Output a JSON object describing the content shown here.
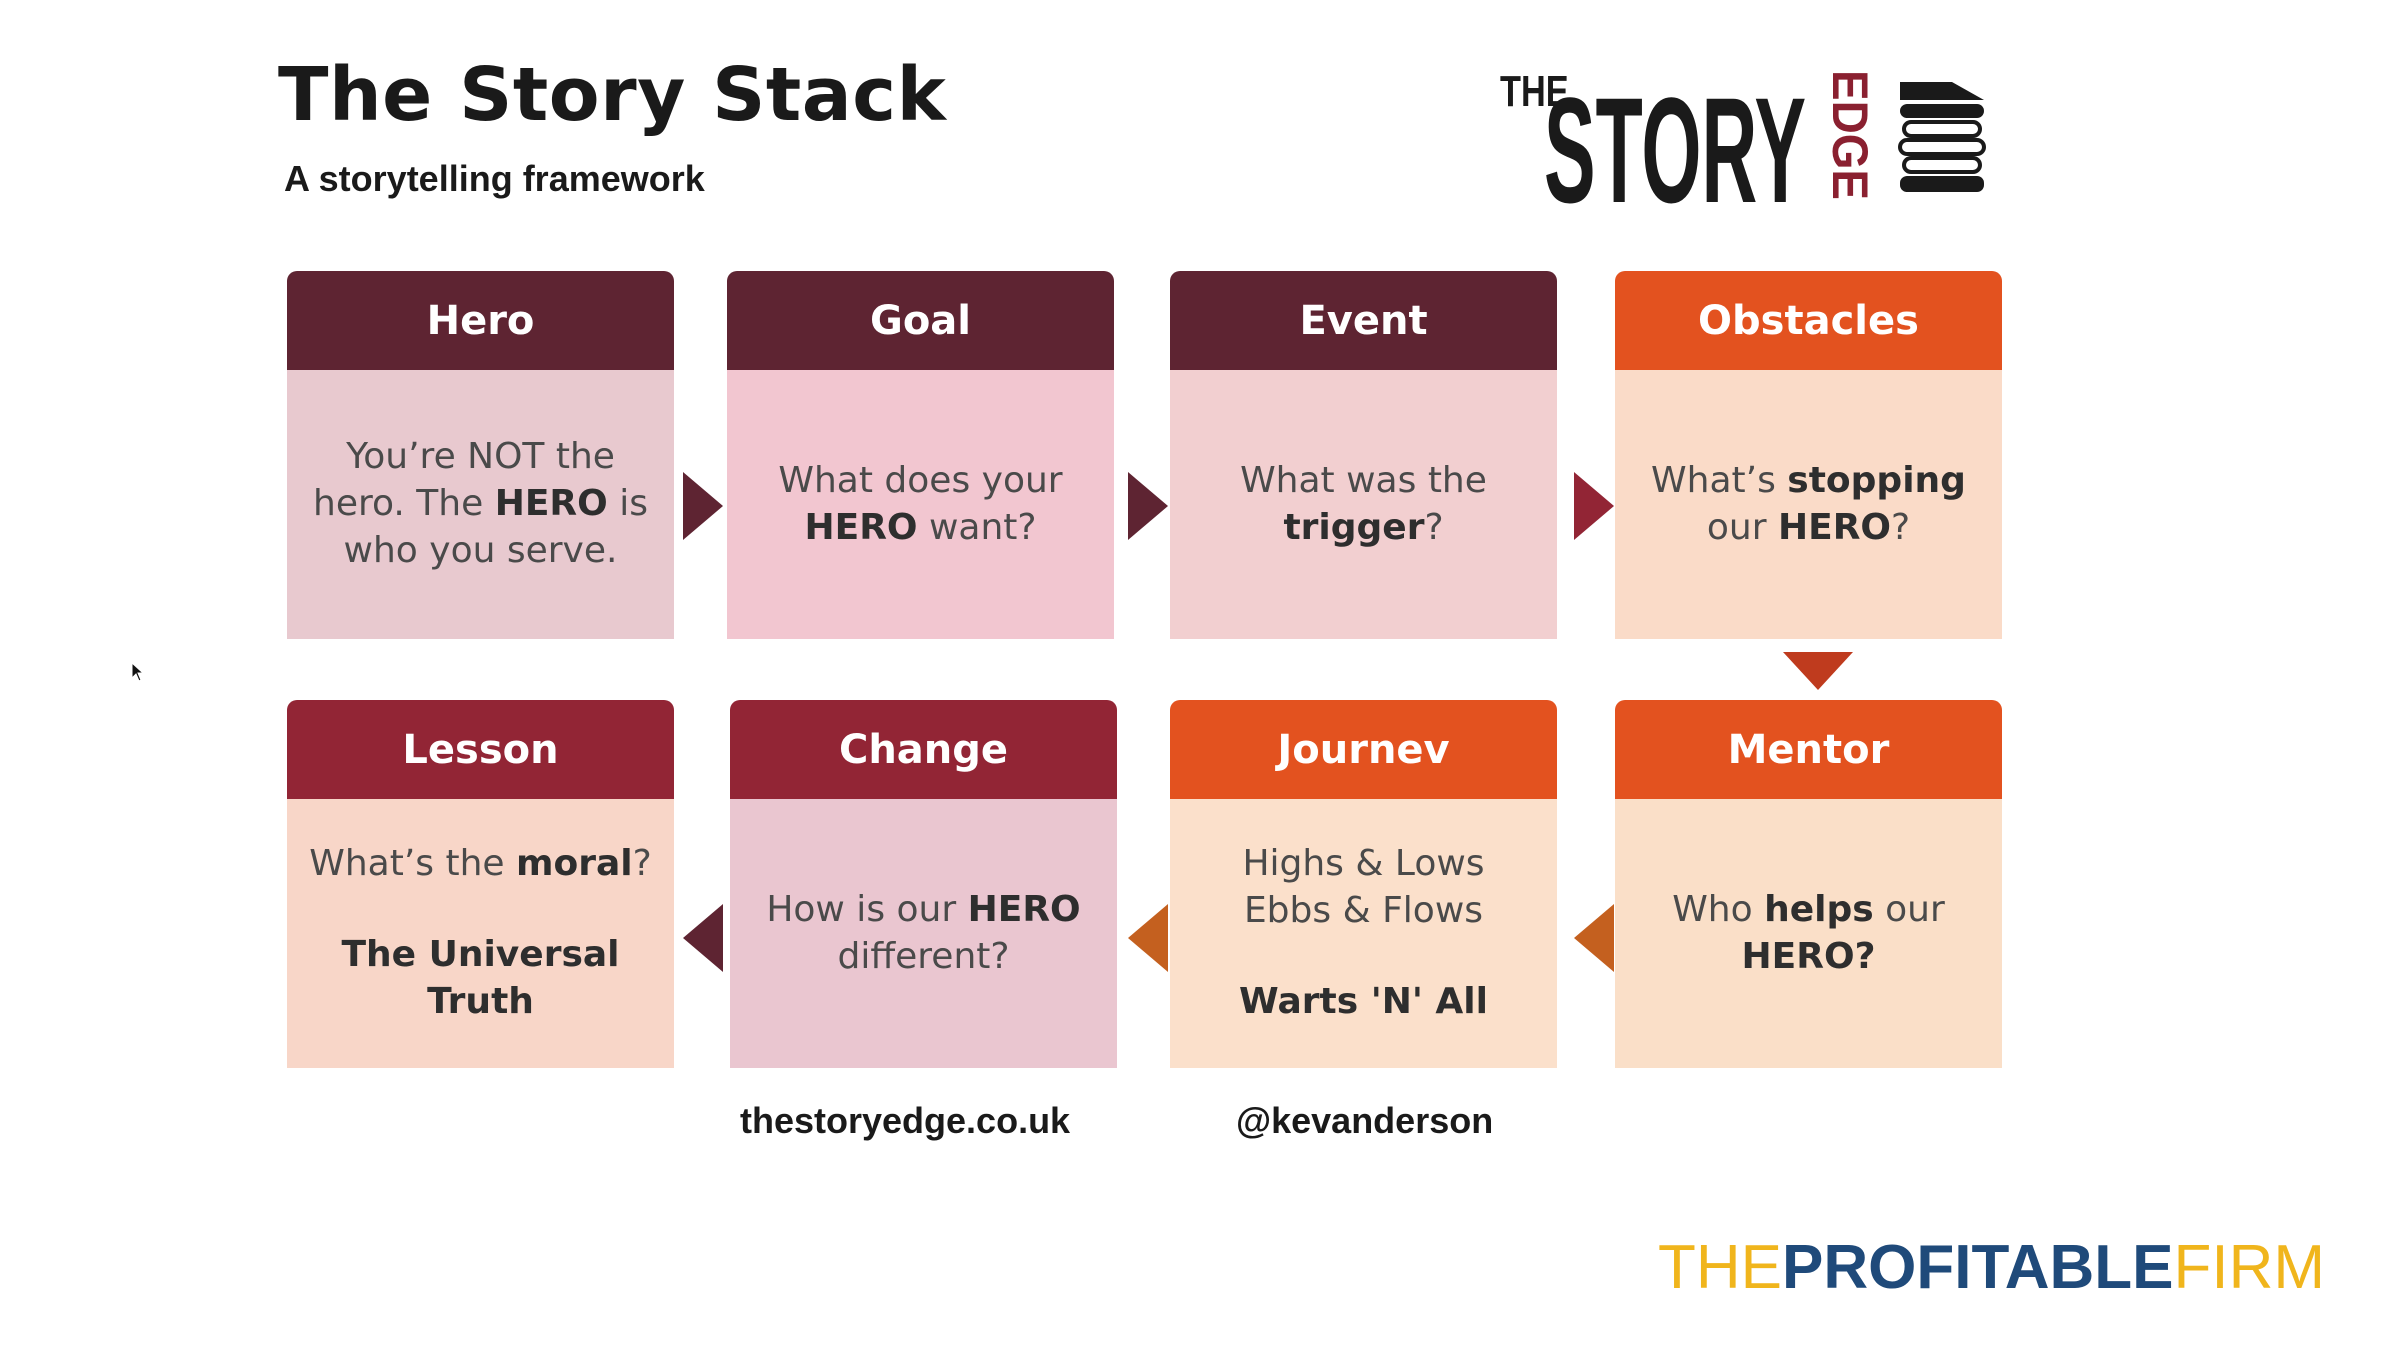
{
  "header": {
    "title": "The Story Stack",
    "subtitle": "A storytelling framework"
  },
  "logo": {
    "the": "THE",
    "story": "STORY",
    "edge": "EDGE"
  },
  "cards": [
    {
      "id": "hero",
      "title": "Hero",
      "color": "#5e2432",
      "body_bg": "#e8c9cf",
      "lines": [
        [
          "You’re NOT the"
        ],
        [
          "hero. The ",
          "b:HERO",
          " is"
        ],
        [
          "who you serve."
        ]
      ]
    },
    {
      "id": "goal",
      "title": "Goal",
      "color": "#5e2432",
      "body_bg": "#f2c6d0",
      "lines": [
        [
          "What does your"
        ],
        [
          "b:HERO",
          " want?"
        ]
      ]
    },
    {
      "id": "event",
      "title": "Event",
      "color": "#5e2432",
      "body_bg": "#f2cfd0",
      "lines": [
        [
          "What was the"
        ],
        [
          "b:trigger",
          "?"
        ]
      ]
    },
    {
      "id": "obstacles",
      "title": "Obstacles",
      "color": "#e3521f",
      "body_bg": "#fadbc8",
      "lines": [
        [
          "What’s ",
          "b:stopping"
        ],
        [
          "our ",
          "b:HERO",
          "?"
        ]
      ]
    },
    {
      "id": "lesson",
      "title": "Lesson",
      "color": "#922535",
      "body_bg": "#f8d6c8",
      "lines": [
        [
          "What’s the ",
          "b:moral",
          "?"
        ],
        [
          ""
        ],
        [
          "b:The Universal"
        ],
        [
          "b:Truth"
        ]
      ]
    },
    {
      "id": "change",
      "title": "Change",
      "color": "#922535",
      "body_bg": "#eac6d0",
      "lines": [
        [
          "How is our ",
          "b:HERO"
        ],
        [
          "different?"
        ]
      ]
    },
    {
      "id": "journey",
      "title": "Journev",
      "color": "#e3521f",
      "body_bg": "#fbe0cb",
      "lines": [
        [
          "Highs & Lows"
        ],
        [
          "Ebbs & Flows"
        ],
        [
          ""
        ],
        [
          "b:Warts 'N' All"
        ]
      ]
    },
    {
      "id": "mentor",
      "title": "Mentor",
      "color": "#e3521f",
      "body_bg": "#fadfc8",
      "lines": [
        [
          "Who ",
          "b:helps",
          " our"
        ],
        [
          "b:HERO?"
        ]
      ]
    }
  ],
  "footer": {
    "website": "thestoryedge.co.uk",
    "handle": "@kevanderson"
  },
  "brand": {
    "the": "THE",
    "profitable": "PROFITABLE",
    "firm": "FIRM"
  },
  "colors": {
    "dark_maroon": "#5e2432",
    "crimson": "#922535",
    "orange": "#e3521f",
    "arrow_brown": "#b3521e",
    "brand_yellow": "#f0b51c",
    "brand_navy": "#1f4a7a"
  }
}
